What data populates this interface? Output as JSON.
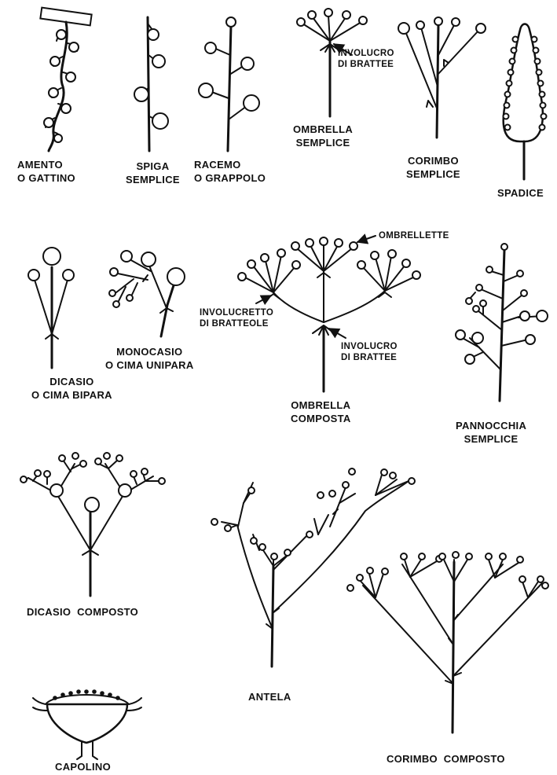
{
  "labels": {
    "amento": [
      "AMENTO",
      "O GATTINO"
    ],
    "spiga": [
      "SPIGA",
      "SEMPLICE"
    ],
    "racemo": [
      "RACEMO",
      "O GRAPPOLO"
    ],
    "ombrella_semplice": [
      "OMBRELLA",
      "SEMPLICE"
    ],
    "corimbo_semplice": [
      "CORIMBO",
      "SEMPLICE"
    ],
    "spadice": [
      "SPADICE"
    ],
    "dicasio": [
      "DICASIO",
      "O CIMA BIPARA"
    ],
    "monocasio": [
      "MONOCASIO",
      "O CIMA UNIPARA"
    ],
    "ombrella_composta": [
      "OMBRELLA",
      "COMPOSTA"
    ],
    "pannocchia": [
      "PANNOCCHIA",
      "SEMPLICE"
    ],
    "dicasio_composto": [
      "DICASIO  COMPOSTO"
    ],
    "antela": [
      "ANTELA"
    ],
    "corimbo_composto": [
      "CORIMBO  COMPOSTO"
    ],
    "capolino": [
      "CAPOLINO"
    ]
  },
  "annotations": {
    "involucro_brattee_1": [
      "INVOLUCRO",
      "DI BRATTEE"
    ],
    "ombrellette": [
      "OMBRELLETTE"
    ],
    "involucretto": [
      "INVOLUCRETTO",
      "DI BRATTEOLE"
    ],
    "involucro_brattee_2": [
      "INVOLUCRO",
      "DI BRATTEE"
    ]
  }
}
